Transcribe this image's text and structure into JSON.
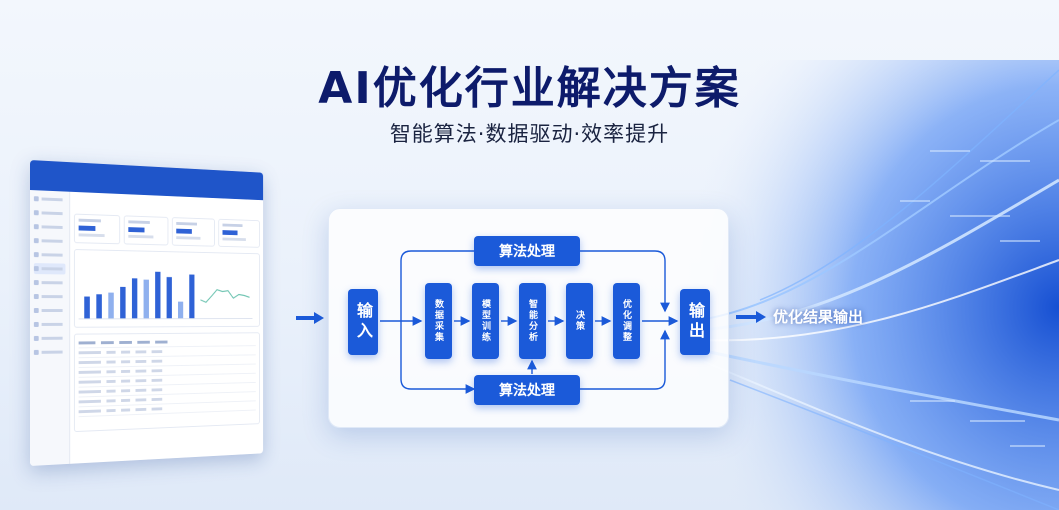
{
  "header": {
    "title": "AI优化行业解决方案",
    "subtitle": "智能算法·数据驱动·效率提升"
  },
  "flow": {
    "input_label": "输入",
    "output_label": "输出",
    "top_process": "算法处理",
    "bottom_process": "算法处理",
    "steps": [
      "数据采集",
      "模型训练",
      "智能分析",
      "决策",
      "优化调整"
    ],
    "result_label": "优化结果输出"
  },
  "dashboard": {
    "bar_values": [
      38,
      42,
      45,
      55,
      70,
      68,
      82,
      73,
      30,
      78
    ],
    "line_values": [
      40,
      35,
      48,
      62,
      58,
      60,
      44,
      52,
      50,
      46
    ],
    "colors": {
      "bar": "#2f62d6",
      "bar_light": "#8fb0ee",
      "line": "#6cc3b0"
    }
  },
  "colors": {
    "accent": "#1b5ad9",
    "title": "#0d1b6b"
  }
}
